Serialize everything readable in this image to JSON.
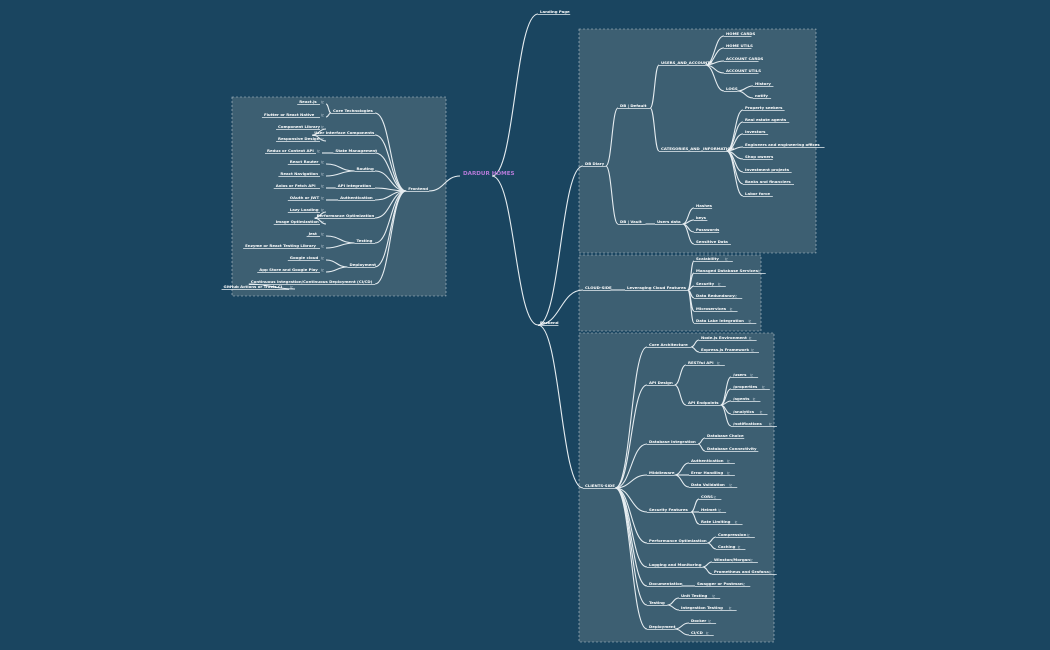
{
  "center": "DARDUR HOMES",
  "landing": "Landing Page",
  "note_glyph": "⊵",
  "frontend": {
    "label": "Frontend",
    "core": {
      "label": "Core Technologies",
      "items": [
        "React.js",
        "Flutter or React Native"
      ]
    },
    "ui": {
      "label": "User Interface Components",
      "items": [
        "Component Library",
        "Responsive Design"
      ]
    },
    "state": {
      "label": "State Management",
      "items": [
        "Redux or Context API"
      ]
    },
    "routing": {
      "label": "Routing",
      "items": [
        "React Router",
        "React Navigation"
      ]
    },
    "api": {
      "label": "API Integration",
      "items": [
        "Axios or Fetch API"
      ]
    },
    "auth": {
      "label": "Authentication",
      "items": [
        "OAuth or JWT"
      ]
    },
    "perf": {
      "label": "Performance Optimization",
      "items": [
        "Lazy Loading",
        "Image Optimization"
      ]
    },
    "testing": {
      "label": "Testing",
      "items": [
        "Jest",
        "Enzyme or React Testing Library"
      ]
    },
    "deploy": {
      "label": "Deployment",
      "items": [
        "Google cloud",
        "App Store and Google Play"
      ]
    },
    "ci": {
      "label": "Continuous Integration/Continuous Deployment (CI/CD)",
      "items": [
        "GitHub Actions or Travis CI"
      ]
    }
  },
  "backend": {
    "label": "Backend",
    "db": {
      "label": "DB Diary",
      "default": {
        "label": "DB | Default",
        "users": {
          "label": "USERS_AND_ACCOUNTS",
          "items": [
            "HOME CARDS",
            "HOME UTILS",
            "ACCOUNT CARDS",
            "ACCOUNT UTILS"
          ]
        },
        "logs": {
          "label": "LOGS",
          "items": [
            "History",
            "notify"
          ]
        },
        "categories": {
          "label": "CATEGORIES_AND _INFORMATION",
          "items": [
            "Property seekers",
            "Real estate agents",
            "Investors",
            "Engineers and engineering offices",
            "Shop owners",
            "Investment projects",
            "Banks and financiers",
            "Labor force"
          ]
        }
      },
      "vault": {
        "label": "DB | Vault",
        "users_data": {
          "label": "Users data",
          "items": [
            "Hashes",
            "keys",
            "Passwords",
            "Sensitive Data"
          ]
        }
      }
    },
    "cloud": {
      "label": "CLOUD-SIDE",
      "leveraging": {
        "label": "Leveraging Cloud Features",
        "items": [
          "Scalability",
          "Managed Database Services",
          "Security",
          "Data Redundancy",
          "Microservices",
          "Data Lake Integration"
        ]
      }
    },
    "client": {
      "label": "CLIENTS-SIDE",
      "core": {
        "label": "Core Architecture",
        "items": [
          "Node.js Environment",
          "Express.js Framework"
        ]
      },
      "api": {
        "label": "API Design",
        "restful": "RESTful API",
        "endpoints": {
          "label": "API Endpoints",
          "items": [
            "/users",
            "/properties",
            "/agents",
            "/analytics",
            "/notifications"
          ]
        }
      },
      "dbint": {
        "label": "Database Integration",
        "items": [
          "Database Choice",
          "Database Connectivity"
        ]
      },
      "middleware": {
        "label": "Middleware",
        "items": [
          "Authentication",
          "Error Handling",
          "Data Validation"
        ]
      },
      "security": {
        "label": "Security Features",
        "items": [
          "CORS",
          "Helmet",
          "Rate Limiting"
        ]
      },
      "perf": {
        "label": "Performance Optimization",
        "items": [
          "Compression",
          "Caching"
        ]
      },
      "logging": {
        "label": "Logging and Monitoring",
        "items": [
          "Winston/Morgan",
          "Prometheus and Grafana"
        ]
      },
      "docs": {
        "label": "Documentation",
        "items": [
          "Swagger or Postman"
        ]
      },
      "testing": {
        "label": "Testing",
        "items": [
          "Unit Testing",
          "Integration Testing"
        ]
      },
      "deploy": {
        "label": "Deployment",
        "items": [
          "Docker",
          "CI/CD"
        ]
      }
    }
  }
}
